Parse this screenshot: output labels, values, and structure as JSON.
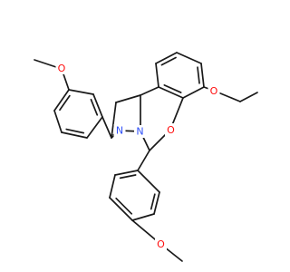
{
  "atoms": {
    "o_methoxy_top": "O",
    "o_ethoxy": "O",
    "o_ring": "O",
    "n_pyrazole_1": "N",
    "n_pyrazole_2": "N",
    "o_methoxy_bottom": "O"
  },
  "colors": {
    "bond": "#1a1a1a",
    "oxygen": "#ff0d0d",
    "nitrogen": "#3050f8",
    "background": "#ffffff"
  }
}
